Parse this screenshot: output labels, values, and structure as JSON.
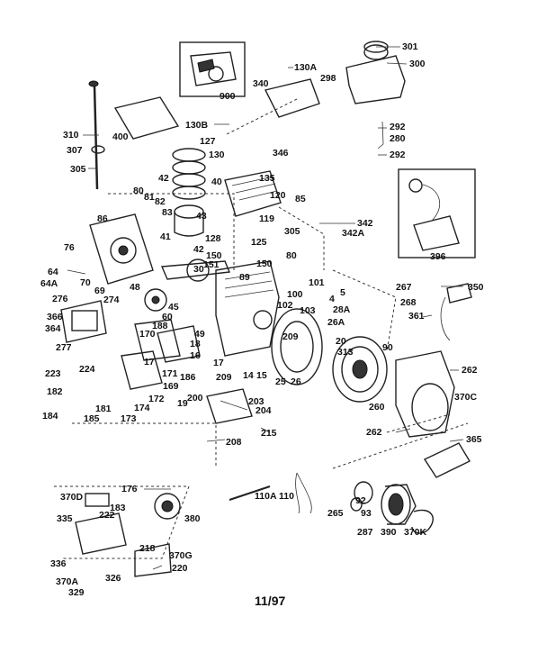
{
  "diagram": {
    "date_code": "11/97",
    "top_cutoff_text": "—  —  —",
    "part_numbers": {
      "p301": "301",
      "p300": "300",
      "p130A": "130A",
      "p298": "298",
      "p340": "340",
      "p900": "900",
      "p310": "310",
      "p400": "400",
      "p307": "307",
      "p305": "305",
      "p130B": "130B",
      "p127": "127",
      "p130": "130",
      "p346": "346",
      "p292a": "292",
      "p280": "280",
      "p292b": "292",
      "p42": "42",
      "p40": "40",
      "p135": "135",
      "p80a": "80",
      "p81": "81",
      "p82": "82",
      "p120": "120",
      "p85": "85",
      "p83": "83",
      "p119": "119",
      "p342": "342",
      "p342A": "342A",
      "p86": "86",
      "p43": "43",
      "p305b": "305",
      "p41": "41",
      "p128": "128",
      "p125": "125",
      "p396": "396",
      "p76": "76",
      "p80b": "80",
      "p150a": "150",
      "p151": "151",
      "p150b": "150",
      "p64": "64",
      "p30": "30",
      "p64A": "64A",
      "p89": "89",
      "p70": "70",
      "p69": "69",
      "p48": "48",
      "p101": "101",
      "p267": "267",
      "p350": "350",
      "p276": "276",
      "p274": "274",
      "p5": "5",
      "p4": "4",
      "p100": "100",
      "p268": "268",
      "p45": "45",
      "p102": "102",
      "p103": "103",
      "p28A": "28A",
      "p60": "60",
      "p361": "361",
      "p366": "366",
      "p26A": "26A",
      "p364": "364",
      "p188": "188",
      "p209a": "209",
      "p20": "20",
      "p277": "277",
      "p170": "170",
      "p49": "49",
      "p18": "18",
      "p313": "313",
      "p90": "90",
      "p16": "16",
      "p17a": "17",
      "p171": "171",
      "p17b": "17",
      "p169": "169",
      "p223": "223",
      "p224": "224",
      "p14": "14",
      "p15": "15",
      "p25": "25",
      "p26": "26",
      "p262a": "262",
      "p182": "182",
      "p186": "186",
      "p209b": "209",
      "p370C": "370C",
      "p172": "172",
      "p200": "200",
      "p181": "181",
      "p174": "174",
      "p19": "19",
      "p203": "203",
      "p260": "260",
      "p184": "184",
      "p185": "185",
      "p173": "173",
      "p204": "204",
      "p215": "215",
      "p262b": "262",
      "p365": "365",
      "p208": "208",
      "p176": "176",
      "p110A": "110A",
      "p110": "110",
      "p370D": "370D",
      "p183": "183",
      "p222": "222",
      "p265": "265",
      "p92": "92",
      "p93": "93",
      "p380": "380",
      "p335": "335",
      "p287": "287",
      "p390": "390",
      "p370K": "370K",
      "p218": "218",
      "p370G": "370G",
      "p336": "336",
      "p220": "220",
      "p326": "326",
      "p370A": "370A",
      "p329": "329"
    }
  },
  "colors": {
    "ink": "#111111",
    "paper": "#ffffff"
  }
}
